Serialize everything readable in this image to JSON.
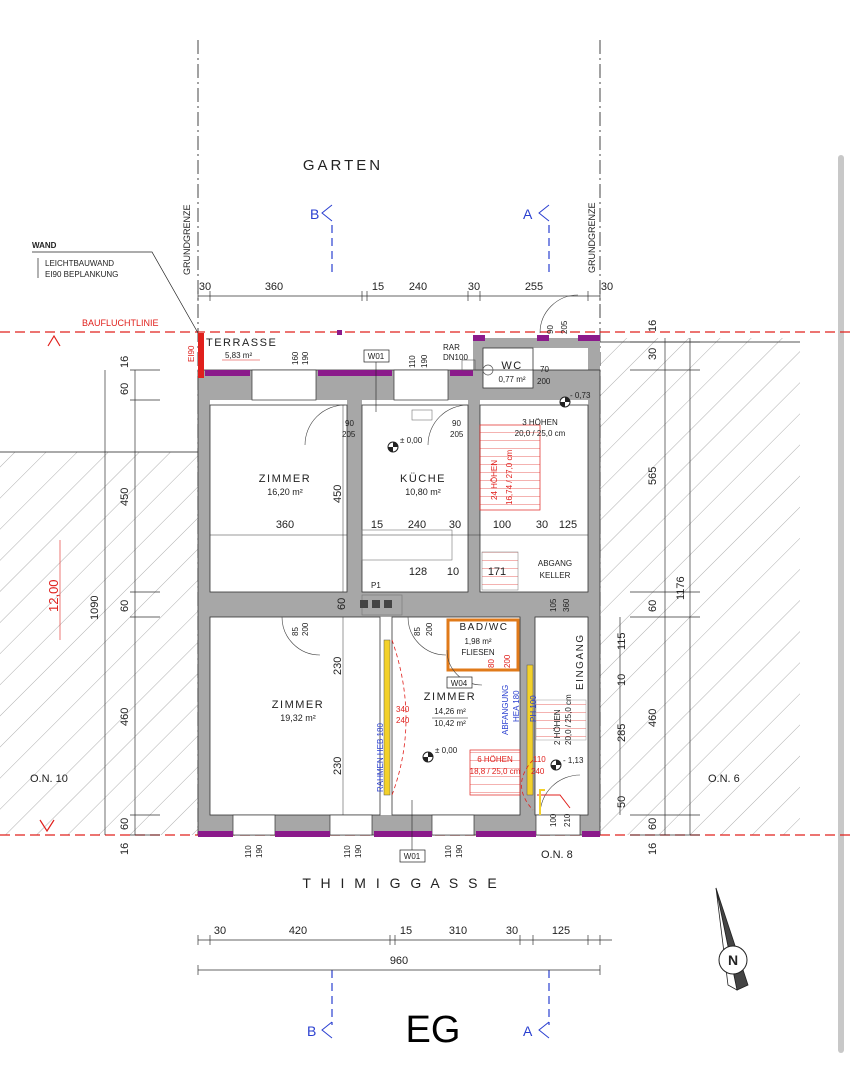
{
  "title": "EG",
  "labels": {
    "garten": "GARTEN",
    "street": "T H I M I G G A S S E",
    "grundgrenze": "GRUNDGRENZE",
    "baufluchtlinie": "BAUFLUCHTLINIE",
    "terrasse": "TERRASSE",
    "terrasse_area": "5,83 m²",
    "eingang": "EINGANG",
    "on_left": "O.N. 10",
    "on_right": "O.N. 6",
    "on_bottom": "O.N. 8",
    "rar": "RAR",
    "rar_dn": "DN100",
    "ei90": "EI90",
    "w01": "W01",
    "w04": "W04",
    "p1": "P1",
    "section_b": "B",
    "section_a": "A"
  },
  "legend": {
    "title": "WAND",
    "line1": "LEICHTBAUWAND",
    "line2": "EI90 BEPLANKUNG"
  },
  "rooms": [
    {
      "name": "ZIMMER",
      "area": "16,20 m²"
    },
    {
      "name": "KÜCHE",
      "area": "10,80 m²"
    },
    {
      "name": "WC",
      "area": "0,77 m²"
    },
    {
      "name": "ZIMMER",
      "area": "19,32 m²"
    },
    {
      "name": "ZIMMER",
      "area": "14,26 m²",
      "area2": "10,42 m²"
    },
    {
      "name": "BAD/WC",
      "area": "1,98 m²",
      "note": "FLIESEN"
    }
  ],
  "stairs": {
    "top_h": "3 HÖHEN",
    "top_dim": "20,0 / 25,0 cm",
    "mid_h": "24 HÖHEN",
    "mid_dim": "16,74 / 27,0 cm",
    "bot_h": "6 HÖHEN",
    "bot_dim": "18,8 / 25,0 cm",
    "right_h": "2 HÖHEN",
    "right_dim": "20,0 / 25,0 cm",
    "abgang": "ABGANG",
    "keller": "KELLER"
  },
  "levels": {
    "l0a": "± 0,00",
    "l0b": "± 0,00",
    "lp073": "- 0,73",
    "lp113": "- 1,13"
  },
  "beams": {
    "rahmen": "RAHMEN HEB 180",
    "abfangung": "ABFANGUNG",
    "hea": "HEA 180",
    "ph": "PH 100"
  },
  "dims_top": [
    "30",
    "360",
    "15",
    "240",
    "30",
    "255",
    "30"
  ],
  "dims_bottom": [
    "30",
    "420",
    "15",
    "310",
    "30",
    "125"
  ],
  "dim_total_bottom": "960",
  "dims_left": [
    "16",
    "60",
    "450",
    "60",
    "460",
    "60",
    "16"
  ],
  "dim_left_total": "1090",
  "dim_left_red": "12,00",
  "dims_right": [
    "16",
    "30",
    "565",
    "60",
    "115",
    "10",
    "285",
    "50",
    "60",
    "16"
  ],
  "dim_right_460": "460",
  "dim_right_total": "1176",
  "openings": {
    "win_top1": [
      "160",
      "190"
    ],
    "win_top2": [
      "110",
      "190"
    ],
    "win_bot1": [
      "110",
      "190"
    ],
    "win_bot2": [
      "110",
      "190"
    ],
    "win_bot3": [
      "110",
      "190"
    ],
    "door_z1": [
      "90",
      "205"
    ],
    "door_k": [
      "90",
      "205"
    ],
    "door_z2": [
      "85",
      "200"
    ],
    "door_z3": [
      "85",
      "200"
    ],
    "door_wc": [
      "70",
      "200"
    ],
    "door_t": [
      "90",
      "205"
    ],
    "door_in": [
      "100",
      "210"
    ],
    "door_bad": [
      "80",
      "200"
    ],
    "door_rahmen": [
      "340",
      "240"
    ],
    "door_stair": [
      "110",
      "240"
    ],
    "door_stair2": [
      "105",
      "360"
    ]
  },
  "inner_dims": {
    "d360": "360",
    "d450": "450",
    "d15": "15",
    "d240": "240",
    "d30a": "30",
    "d100": "100",
    "d30b": "30",
    "d125": "125",
    "d128": "128",
    "d10": "10",
    "d171": "171",
    "d60": "60",
    "d230a": "230",
    "d230b": "230"
  }
}
